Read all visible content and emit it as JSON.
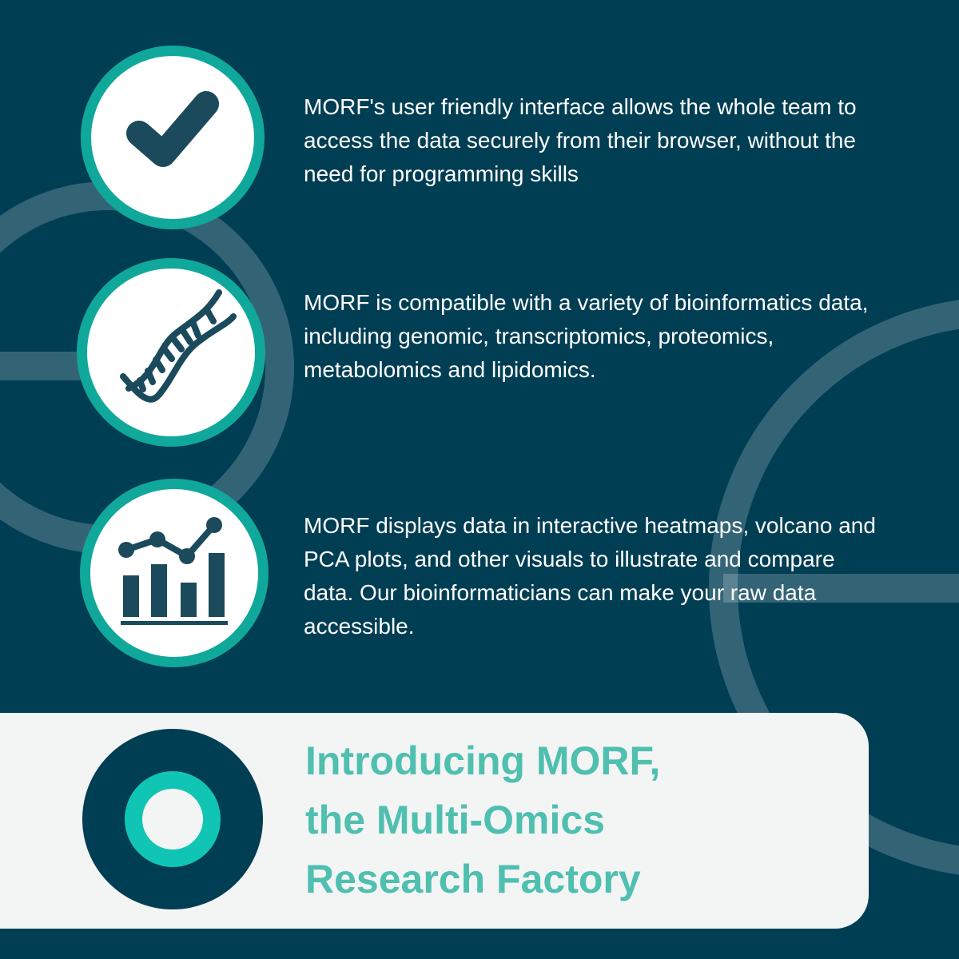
{
  "colors": {
    "background": "#003e54",
    "accent_teal": "#10a89a",
    "icon_dark": "#1a4a5c",
    "footer_bg": "#f3f5f4",
    "title_teal": "#4fbfb0",
    "text": "#ffffff"
  },
  "features": [
    {
      "icon": "checkmark-icon",
      "text": "MORF's user friendly interface allows the whole team to access the data securely from their browser, without the need for programming skills"
    },
    {
      "icon": "dna-helix-icon",
      "text": "MORF is compatible with a variety of bioinformatics data, including genomic, transcriptomics, proteomics, metabolomics and lipidomics."
    },
    {
      "icon": "bar-line-chart-icon",
      "text": "MORF displays data in interactive heatmaps, volcano and PCA plots, and other visuals to illustrate and compare data. Our bioinformaticians can make your raw data accessible."
    }
  ],
  "footer": {
    "logo_icon": "morf-logo-icon",
    "title_lines": [
      "Introducing MORF,",
      "the Multi-Omics",
      "Research Factory"
    ]
  }
}
